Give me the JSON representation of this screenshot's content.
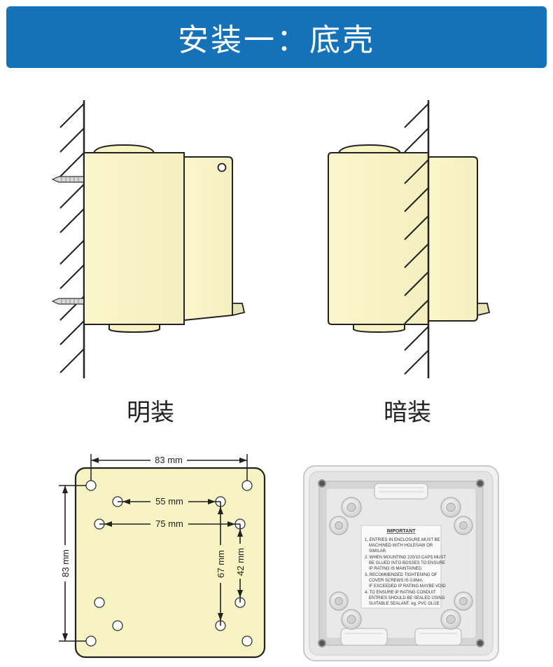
{
  "banner": {
    "title": "安装一：底壳"
  },
  "mounting": {
    "surface_label": "明装",
    "flush_label": "暗装"
  },
  "dimensions": {
    "width": "83 mm",
    "height": "83 mm",
    "hole_spacing_a": "55 mm",
    "hole_spacing_b": "75 mm",
    "vertical_a": "67 mm",
    "vertical_b": "42 mm"
  },
  "label": {
    "title": "IMPORTANT",
    "lines": [
      "1.  ENTRIES IN ENCLOSURE MUST BE",
      "MACHINED WITH HOLESAW OR",
      "SIMILAR.",
      "2.  WHEN MOUNTING 220/10 CAPS MUST",
      "BE GLUED INTO BOSSES TO ENSURE",
      "IP RATING IS MAINTAINED.",
      "3.  RECOMMENDED TIGHTENING OF",
      "COVER SCREWS IS 0.8Nm.",
      "IF EXCEEDED IP RATING MAYBE VOID",
      "4.  TO ENSURE IP RATING CONDUIT",
      "ENTRIES SHOULD BE SEALED USING",
      "SUITABLE SEALANT. eg. PVC GLUE"
    ]
  },
  "colors": {
    "banner": "#1672b8",
    "box_fill": "#f8f3c3",
    "outline": "#222222"
  }
}
